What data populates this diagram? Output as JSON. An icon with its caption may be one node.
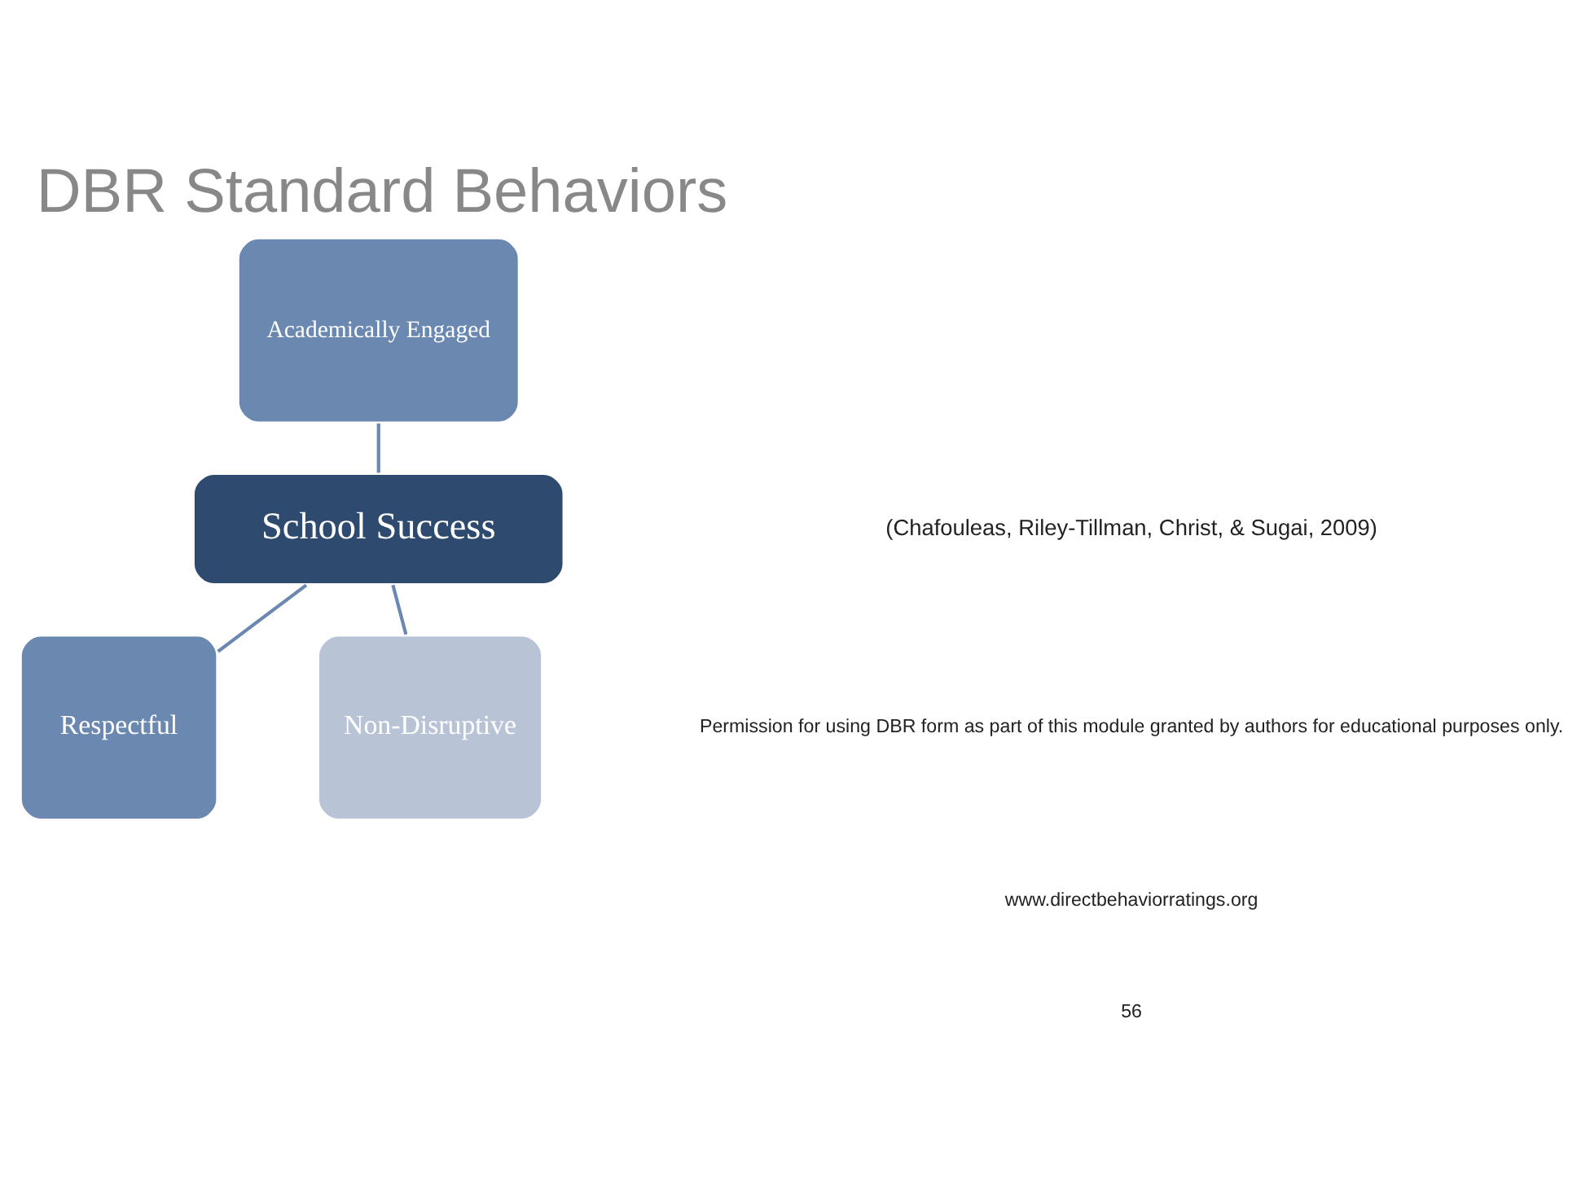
{
  "diagram": {
    "title": "DBR Standard Behaviors",
    "nodes": [
      {
        "text": [
          "Academically Engaged"
        ]
      },
      {
        "text": [
          "School Success"
        ]
      },
      {
        "text": [
          "Respectful"
        ]
      },
      {
        "text": [
          "Non-Disruptive"
        ]
      }
    ],
    "edges": [
      {
        "from": 0,
        "to": 1,
        "arrow": "none"
      },
      {
        "from": 1,
        "to": 2,
        "arrow": "none"
      },
      {
        "from": 1,
        "to": 3,
        "arrow": "none"
      }
    ],
    "labels": [
      "(Chafouleas, Riley-Tillman, Christ, & Sugai, 2009)",
      "Permission for using DBR form as part of this module granted by authors for educational purposes only.",
      "www.directbehaviorratings.org",
      "56"
    ]
  }
}
